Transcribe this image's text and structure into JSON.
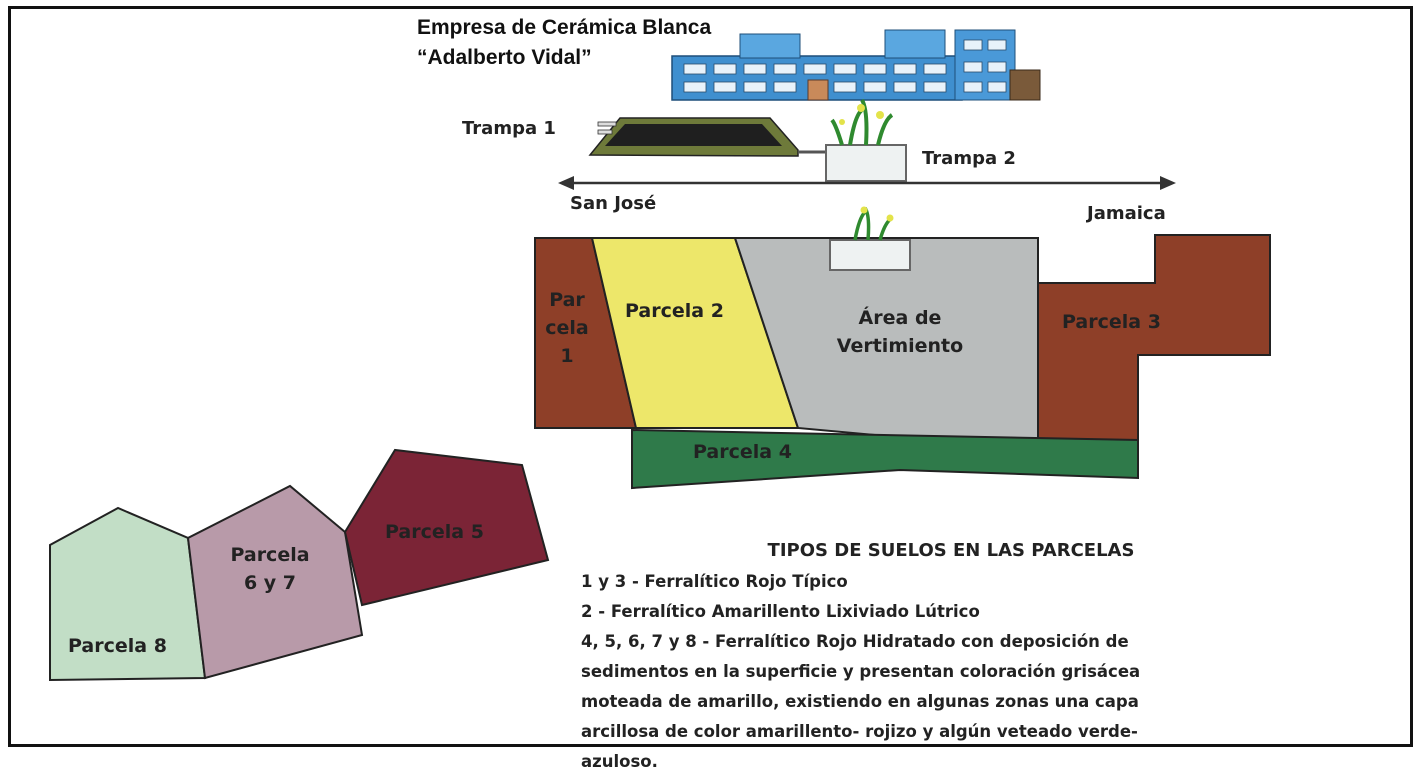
{
  "company": {
    "line1": "Empresa de Cerámica Blanca",
    "line2": "“Adalberto Vidal”"
  },
  "traps": {
    "trap1": "Trampa 1",
    "trap2": "Trampa 2"
  },
  "road": {
    "left": "San José",
    "right": "Jamaica"
  },
  "parcels": {
    "p1_a": "Par",
    "p1_b": "cela",
    "p1_c": "1",
    "p2": "Parcela 2",
    "area_a": "Área de",
    "area_b": "Vertimiento",
    "p3": "Parcela 3",
    "p4": "Parcela 4",
    "p5": "Parcela 5",
    "p67_a": "Parcela",
    "p67_b": "6 y 7",
    "p8": "Parcela 8"
  },
  "colors": {
    "red_soil": "#8e3f28",
    "yellow_soil": "#ede76a",
    "grey_area": "#b9bcbc",
    "green_soil": "#2f7a4a",
    "maroon_soil": "#7b2436",
    "mauve_soil": "#b89aa9",
    "pale_green_soil": "#c2dec6"
  },
  "legend": {
    "title": "TIPOS DE SUELOS EN LAS PARCELAS",
    "lines": [
      "1 y 3 - Ferralítico Rojo Típico",
      "2 - Ferralítico Amarillento Lixiviado Lútrico",
      "4, 5, 6, 7 y 8 - Ferralítico Rojo Hidratado con deposición de",
      "sedimentos en la superficie y presentan coloración grisácea",
      "moteada de amarillo, existiendo en algunas zonas una capa",
      "arcillosa de color amarillento- rojizo y algún veteado verde-",
      "azuloso."
    ]
  }
}
